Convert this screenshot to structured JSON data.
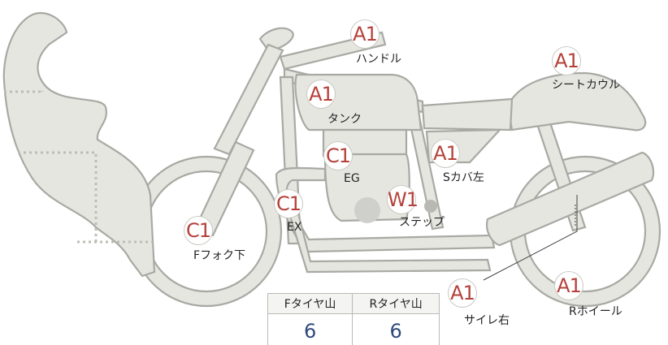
{
  "parts": [
    {
      "id": "handle",
      "grade": "A1",
      "label": "ハンドル"
    },
    {
      "id": "seat-cowl",
      "grade": "A1",
      "label": "シートカウル"
    },
    {
      "id": "tank",
      "grade": "A1",
      "label": "タンク"
    },
    {
      "id": "engine",
      "grade": "C1",
      "label": "EG"
    },
    {
      "id": "side-cover-left",
      "grade": "A1",
      "label": "Sカバ左"
    },
    {
      "id": "exhaust",
      "grade": "C1",
      "label": "EX"
    },
    {
      "id": "step",
      "grade": "W1",
      "label": "ステップ"
    },
    {
      "id": "front-fork-lower",
      "grade": "C1",
      "label": "Fフォク下"
    },
    {
      "id": "silencer-right",
      "grade": "A1",
      "label": "サイレ右"
    },
    {
      "id": "rear-wheel",
      "grade": "A1",
      "label": "Rホイール"
    }
  ],
  "tires": {
    "front_label": "Fタイヤ山",
    "rear_label": "Rタイヤ山",
    "front_value": "6",
    "rear_value": "6"
  },
  "colors": {
    "grade": "#b5413a",
    "tire_value": "#2f4a7a",
    "part_fill": "#e6e6e1",
    "part_stroke": "#a9a9a4"
  }
}
